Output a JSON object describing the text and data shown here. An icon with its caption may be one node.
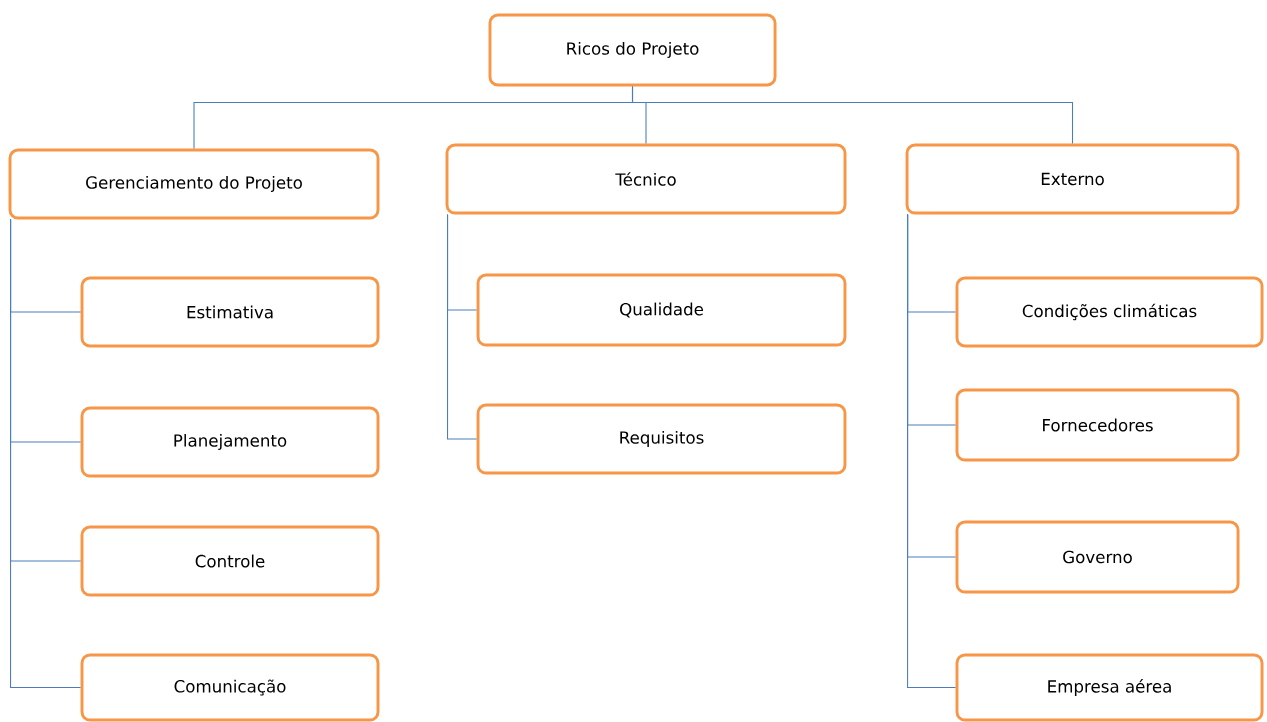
{
  "diagram": {
    "nodes": [
      {
        "text": [
          "Ricos do Projeto"
        ]
      },
      {
        "text": [
          "Gerenciamento do Projeto"
        ]
      },
      {
        "text": [
          "Técnico"
        ]
      },
      {
        "text": [
          "Externo"
        ]
      },
      {
        "text": [
          "Estimativa"
        ]
      },
      {
        "text": [
          "Planejamento"
        ]
      },
      {
        "text": [
          "Controle"
        ]
      },
      {
        "text": [
          "Comunicação"
        ]
      },
      {
        "text": [
          "Qualidade"
        ]
      },
      {
        "text": [
          "Requisitos"
        ]
      },
      {
        "text": [
          "Condições climáticas"
        ]
      },
      {
        "text": [
          "Fornecedores"
        ]
      },
      {
        "text": [
          "Governo"
        ]
      },
      {
        "text": [
          "Empresa aérea"
        ]
      }
    ],
    "edges": [
      {
        "from": 0,
        "to": 1,
        "arrow": "none"
      },
      {
        "from": 0,
        "to": 2,
        "arrow": "none"
      },
      {
        "from": 0,
        "to": 3,
        "arrow": "none"
      },
      {
        "from": 1,
        "to": 4,
        "arrow": "none"
      },
      {
        "from": 1,
        "to": 5,
        "arrow": "none"
      },
      {
        "from": 1,
        "to": 6,
        "arrow": "none"
      },
      {
        "from": 1,
        "to": 7,
        "arrow": "none"
      },
      {
        "from": 2,
        "to": 8,
        "arrow": "none"
      },
      {
        "from": 2,
        "to": 9,
        "arrow": "none"
      },
      {
        "from": 3,
        "to": 10,
        "arrow": "none"
      },
      {
        "from": 3,
        "to": 11,
        "arrow": "none"
      },
      {
        "from": 3,
        "to": 12,
        "arrow": "none"
      },
      {
        "from": 3,
        "to": 13,
        "arrow": "none"
      }
    ]
  }
}
